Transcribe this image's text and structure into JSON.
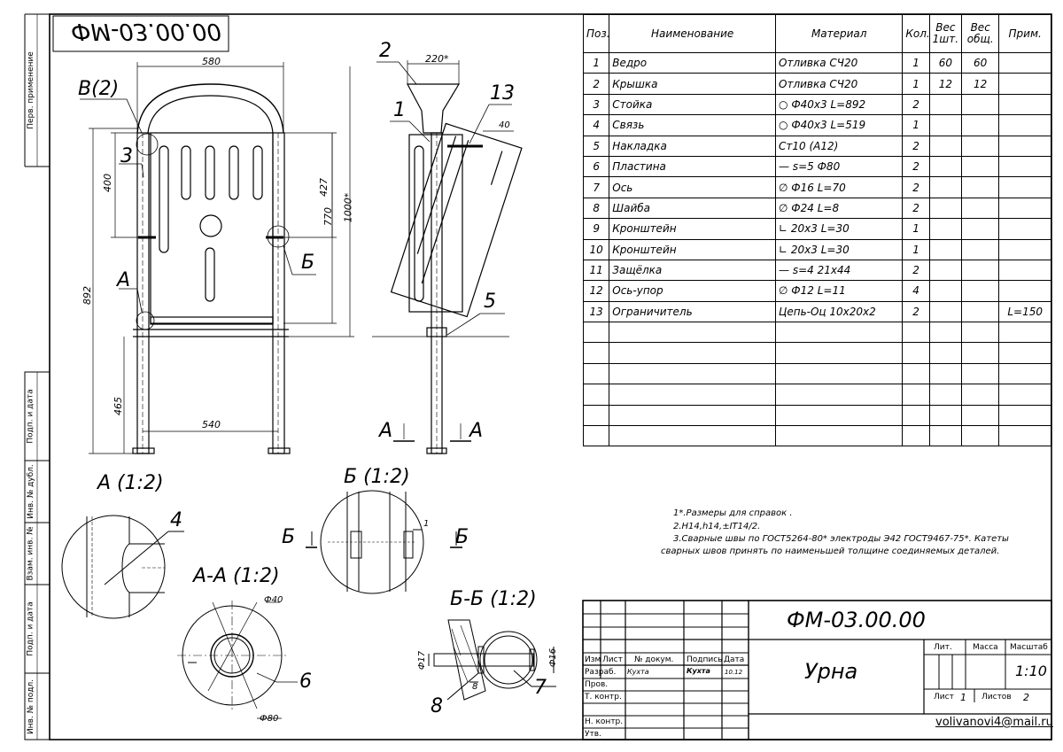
{
  "side_labels": {
    "perv_primenenie": "Перв. применение",
    "podp_i_data_1": "Подп. и дата",
    "inv_dubl": "Инв. № дубл.",
    "vzam_inv": "Взам. инв. №",
    "podp_i_data_2": "Подп. и дата",
    "inv_podl": "Инв. № подл."
  },
  "mirrored_code": "ФМ-03.00.00",
  "spec": {
    "headers": [
      "Поз.",
      "Наименование",
      "Материал",
      "Кол.",
      "Вес 1шт.",
      "Вес общ.",
      "Прим."
    ],
    "rows": [
      {
        "pos": "1",
        "name": "Ведро",
        "material": "Отливка СЧ20",
        "qty": "1",
        "w1": "60",
        "wt": "60",
        "note": ""
      },
      {
        "pos": "2",
        "name": "Крышка",
        "material": "Отливка СЧ20",
        "qty": "1",
        "w1": "12",
        "wt": "12",
        "note": ""
      },
      {
        "pos": "3",
        "name": "Стойка",
        "material": "○ Ф40х3   L=892",
        "qty": "2",
        "w1": "",
        "wt": "",
        "note": ""
      },
      {
        "pos": "4",
        "name": "Связь",
        "material": "○ Ф40х3   L=519",
        "qty": "1",
        "w1": "",
        "wt": "",
        "note": ""
      },
      {
        "pos": "5",
        "name": "Накладка",
        "material": "Ст10 (А12)",
        "qty": "2",
        "w1": "",
        "wt": "",
        "note": ""
      },
      {
        "pos": "6",
        "name": "Пластина",
        "material": "— s=5       Ф80",
        "qty": "2",
        "w1": "",
        "wt": "",
        "note": ""
      },
      {
        "pos": "7",
        "name": "Ось",
        "material": "∅ Ф16       L=70",
        "qty": "2",
        "w1": "",
        "wt": "",
        "note": ""
      },
      {
        "pos": "8",
        "name": "Шайба",
        "material": "∅ Ф24       L=8",
        "qty": "2",
        "w1": "",
        "wt": "",
        "note": ""
      },
      {
        "pos": "9",
        "name": "Кронштейн",
        "material": "∟ 20х3      L=30",
        "qty": "1",
        "w1": "",
        "wt": "",
        "note": ""
      },
      {
        "pos": "10",
        "name": "Кронштейн",
        "material": "∟ 20х3      L=30",
        "qty": "1",
        "w1": "",
        "wt": "",
        "note": ""
      },
      {
        "pos": "11",
        "name": "Защёлка",
        "material": "— s=4       21х44",
        "qty": "2",
        "w1": "",
        "wt": "",
        "note": ""
      },
      {
        "pos": "12",
        "name": "Ось-упор",
        "material": "∅ Ф12       L=11",
        "qty": "4",
        "w1": "",
        "wt": "",
        "note": ""
      },
      {
        "pos": "13",
        "name": "Ограничитель",
        "material": "Цепь-Оц  10х20х2",
        "qty": "2",
        "w1": "",
        "wt": "",
        "note": "L=150"
      }
    ]
  },
  "dims": {
    "d580": "580",
    "d220": "220*",
    "d400": "400",
    "d427": "427",
    "d770": "770",
    "d1000": "1000*",
    "d892": "892",
    "d465": "465",
    "d540": "540",
    "d40": "40",
    "d40b": "Ф40",
    "d80": "Ф80",
    "d17": "Ф17",
    "d16": "Ф16",
    "d8": "8",
    "d1": "1"
  },
  "callouts": {
    "v2": "В(2)",
    "n3": "3",
    "a": "А",
    "b": "Б",
    "n2": "2",
    "n1": "1",
    "n13": "13",
    "n5": "5",
    "aa_left": "А",
    "aa_right": "А",
    "n4": "4",
    "n6": "6",
    "n7": "7",
    "n8": "8",
    "bb_left": "Б",
    "bb_right": "Б"
  },
  "views": {
    "a_view": "А (1:2)",
    "b_view": "Б (1:2)",
    "aa_view": "А-А (1:2)",
    "bb_view": "Б-Б (1:2)"
  },
  "notes": {
    "n1": "1*.Размеры для справок .",
    "n2": "2.H14,h14,±IT14/2.",
    "n3": "3.Сварные швы по ГОСТ5264-80*  электроды Э42 ГОСТ9467-75*. Катеты",
    "n3b": "сварных швов принять по наименьшей толщине соединяемых деталей."
  },
  "title_block": {
    "code": "ФМ-03.00.00",
    "name": "Урна",
    "h_izm": "Изм",
    "h_list": "Лист",
    "h_doc": "№ докум.",
    "h_sign": "Подпись",
    "h_date": "Дата",
    "razrab": "Разраб.",
    "prov": "Пров.",
    "tkontr": "Т. контр.",
    "nkontr": "Н. контр.",
    "utv": "Утв.",
    "author": "Кухта",
    "author_sign": "Кухта",
    "date": "10.12",
    "lit": "Лит.",
    "massa": "Масса",
    "masshtab": "Масштаб",
    "scale": "1:10",
    "sheet_label": "Лист",
    "sheet_no": "1",
    "sheets_label": "Листов",
    "sheets_no": "2",
    "email": "volivanovi4@mail.ru"
  },
  "colors": {
    "line": "#000000",
    "bg": "#ffffff"
  }
}
